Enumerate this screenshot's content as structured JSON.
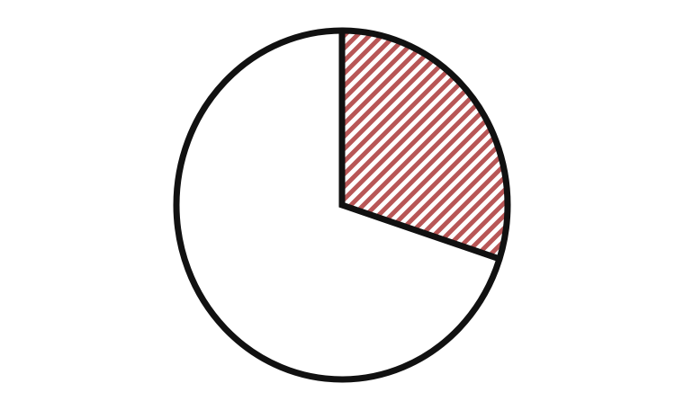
{
  "figure": {
    "shape": "circle",
    "shaded_fraction": 0.3,
    "shading": "diagonal-hatch",
    "colors": {
      "outline": "#111111",
      "hatch": "#b85656",
      "background": "#ffffff"
    }
  }
}
